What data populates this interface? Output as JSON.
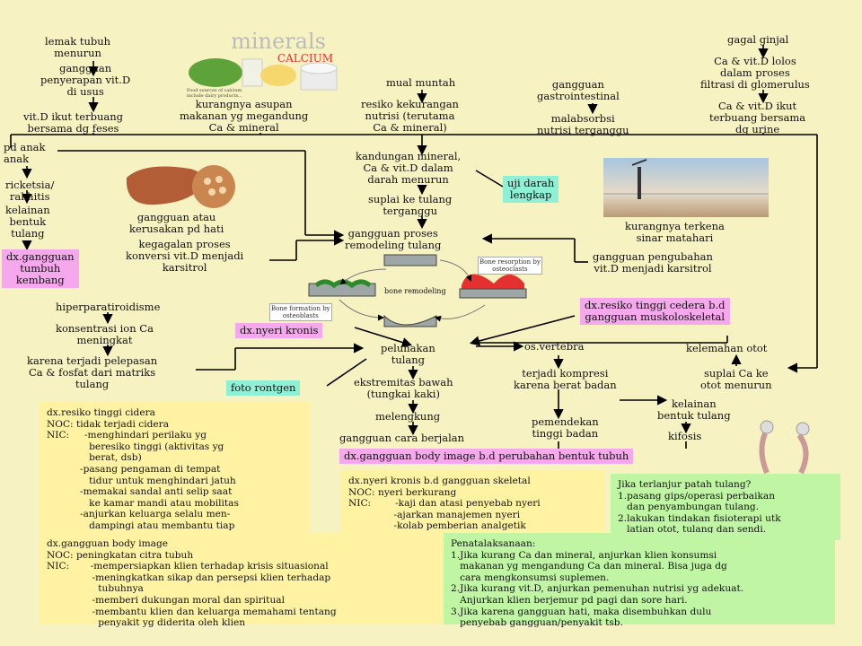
{
  "flow": {
    "left_col": {
      "lemak": "lemak tubuh\nmenurun",
      "gangguan_penyerapan": "gangguan\npenyerapan vit.D\ndi usus",
      "vitd_feses": "vit.D ikut terbuang\nbersama dg feses",
      "pd_anak": "pd anak\nanak",
      "ricketsia": "ricketsia/\nrakhitis",
      "kelainan": "kelainan\nbentuk\ntulang",
      "hiperparatiroid": "hiperparatiroidisme",
      "konsentrasi": "konsentrasi ion Ca\nmeningkat",
      "pelepasan": "karena terjadi pelepasan\nCa & fosfat dari matriks\ntulang"
    },
    "top": {
      "image_title": "minerals",
      "image_subtitle": "CALCIUM",
      "image_caption": "Food sources of calcium\ninclude dairy products...",
      "asupan": "kurangnya asupan\nmakanan yg megandung\nCa & mineral",
      "mual": "mual muntah",
      "resiko_nutrisi": "resiko kekurangan\nnutrisi (terutama\nCa & mineral)",
      "gastro": "gangguan\ngastrointestinal",
      "malabsorbsi": "malabsorbsi\nnutrisi terganggu",
      "gagal_ginjal": "gagal ginjal",
      "lolos": "Ca & vit.D lolos\ndalam proses\nfiltrasi di glomerulus",
      "urine": "Ca & vit.D ikut\nterbuang bersama\ndg urine"
    },
    "center": {
      "kandungan": "kandungan mineral,\nCa & vit.D dalam\ndarah menurun",
      "suplai": "suplai ke tulang\nterganggu",
      "remodeling": "gangguan proses\nremodeling tulang",
      "hati": "gangguan atau\nkerusakan pd hati",
      "kegagalan": "kegagalan proses\nkonversi vit.D menjadi\nkarsitrol",
      "matahari": "kurangnya terkena\nsinar matahari",
      "pengubahan": "gangguan pengubahan\nvit.D menjadi karsitrol",
      "pelunakan": "pelunakan\ntulang",
      "ekstremitas": "ekstremitas bawah\n(tungkai kaki)",
      "melengkung": "melengkung",
      "cara_berjalan": "gangguan cara berjalan",
      "vertebra": "os.vertebra",
      "kompresi": "terjadi kompresi\nkarena berat badan",
      "pemendekan": "pemendekan\ntinggi badan",
      "kelemahan": "kelemahan otot",
      "suplai_ca": "suplai Ca ke\notot menurun",
      "kelainan_bentuk": "kelainan\nbentuk tulang",
      "kifosis": "kifosis"
    },
    "remodel_labels": {
      "resorption": "Bone resorption by\nosteoclasts",
      "remodeling": "bone remodeling",
      "formation": "Bone formation by\nosteoblasts"
    },
    "tags": {
      "uji_darah": "uji darah\nlengkap",
      "dx_tumbuh": "dx.gangguan\ntumbuh\nkembang",
      "dx_nyeri": "dx.nyeri kronis",
      "dx_cedera": "dx.resiko tinggi cedera b.d\ngangguan muskoloskeletal",
      "foto": "foto rontgen",
      "dx_body": "dx.gangguan body image b.d perubahan bentuk tubuh"
    }
  },
  "boxes": {
    "cedera": "dx.resiko tinggi cidera\nNOC: tidak terjadi cidera\nNIC:     -menghindari perilaku yg\n              beresiko tinggi (aktivitas yg\n              berat, dsb)\n           -pasang pengaman di tempat\n              tidur untuk menghindari jatuh\n           -memakai sandal anti selip saat\n              ke kamar mandi atau mobilitas\n           -anjurkan keluarga selalu men-\n              dampingi atau membantu tiap\n              aktivitas klien",
    "nyeri": "dx.nyeri kronis b.d gangguan skeletal\nNOC: nyeri berkurang\nNIC:        -kaji dan atasi penyebab nyeri\n               -ajarkan manajemen nyeri\n               -kolab pemberian analgetik",
    "patah": "Jika terlanjur patah tulang?\n1.pasang gips/operasi perbaikan\n   dan penyambungan tulang.\n2.lakukan tindakan fisioterapi utk\n   latian otot, tulang dan sendi.",
    "body_image": "dx.gangguan body image\nNOC: peningkatan citra tubuh\nNIC:       -mempersiapkan klien terhadap krisis situasional\n               -meningkatkan sikap dan persepsi klien terhadap\n                 tubuhnya\n               -memberi dukungan moral dan spiritual\n               -membantu klien dan keluarga memahami tentang\n                 penyakit yg diderita oleh klien",
    "penatalaksanaan": "Penatalaksanaan:\n1.Jika kurang Ca dan mineral, anjurkan klien konsumsi\n   makanan yg mengandung Ca dan mineral. Bisa juga dg\n   cara mengkonsumsi suplemen.\n2.Jika kurang vit.D, anjurkan pemenuhan nutrisi yg adekuat.\n   Anjurkan klien berjemur pd pagi dan sore hari.\n3.Jika karena gangguan hati, maka disembuhkan dulu\n   penyebab gangguan/penyakit tsb."
  },
  "colors": {
    "panel_bg": "#f7f2c2",
    "pink": "#f5a8ec",
    "teal": "#8ef1d6",
    "yellow": "#fff3a3",
    "green": "#bff5a3",
    "accent": "#ffd200"
  }
}
